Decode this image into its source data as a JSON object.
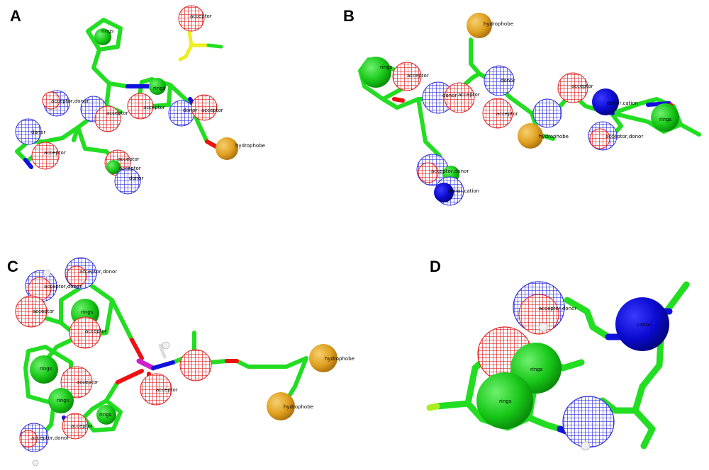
{
  "panels": {
    "A": {
      "letter": "A",
      "labels": [
        "rings",
        "acceptor",
        "rings",
        "acceptor,donor",
        "acceptor",
        "acceptor",
        "donor",
        "acceptor",
        "donor",
        "acceptor",
        "hydrophobe",
        "acceptor",
        "acceptor",
        "donor"
      ]
    },
    "B": {
      "letter": "B",
      "labels": [
        "hydrophobe",
        "rings",
        "acceptor",
        "donor",
        "acceptor",
        "donor",
        "acceptor",
        "donor,cation",
        "acceptor",
        "hydrophobe",
        "rings",
        "acceptor,donor",
        "acceptor,donor",
        "donor,cation"
      ]
    },
    "C": {
      "letter": "C",
      "labels": [
        "acceptor,donor",
        "acceptor,donor",
        "acceptor",
        "rings",
        "acceptor",
        "rings",
        "acceptor",
        "rings",
        "acceptor",
        "acceptor",
        "rings",
        "hydrophobe",
        "hydrophobe",
        "acceptor,donor"
      ]
    },
    "D": {
      "letter": "D",
      "labels": [
        "acceptor,donor",
        "cation",
        "rings",
        "rings"
      ]
    }
  },
  "colors": {
    "carbon": "#22dd22",
    "oxygen": "#ee1111",
    "nitrogen": "#1111dd",
    "sulfur": "#eeee22",
    "phosphorus": "#cc22cc",
    "fluorine": "#aaee22",
    "acceptor_sphere": "#e02020",
    "donor_sphere": "#3030e0",
    "ring_sphere": "#18c818",
    "hydrophobe_sphere": "#e0a020",
    "cation_sphere": "#0a0ad0"
  }
}
